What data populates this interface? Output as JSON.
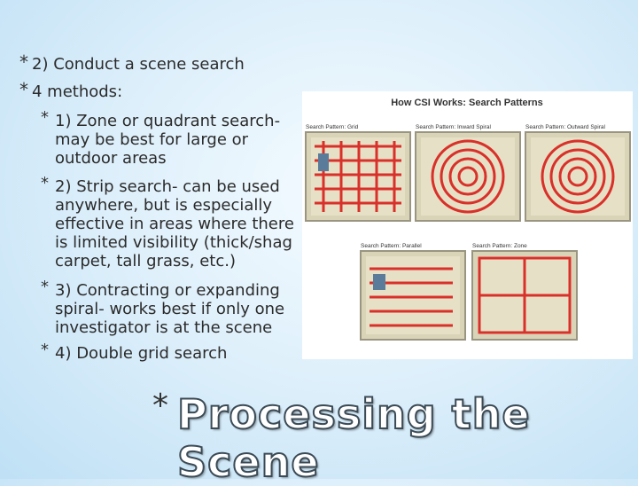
{
  "slide": {
    "bullets": [
      {
        "text": "2) Conduct a scene search"
      },
      {
        "text": "4 methods:"
      }
    ],
    "sub_bullets": [
      {
        "text": "1) Zone or quadrant search- may be best for large or outdoor areas"
      },
      {
        "text": "2) Strip search- can be used anywhere, but is especially effective in areas where there is limited visibility (thick/shag carpet, tall grass, etc.)"
      },
      {
        "text": "3) Contracting or expanding spiral- works best if only one investigator is at the scene"
      },
      {
        "text": "4) Double grid search"
      }
    ],
    "title": "Processing the Scene",
    "bullet_glyph": "*"
  },
  "figure": {
    "heading": "How CSI Works: Search Patterns",
    "panels": [
      {
        "label": "Search Pattern: Grid"
      },
      {
        "label": "Search Pattern: Inward Spiral"
      },
      {
        "label": "Search Pattern: Outward Spiral"
      },
      {
        "label": "Search Pattern: Parallel"
      },
      {
        "label": "Search Pattern: Zone"
      }
    ],
    "accent_color": "#d9302a"
  }
}
